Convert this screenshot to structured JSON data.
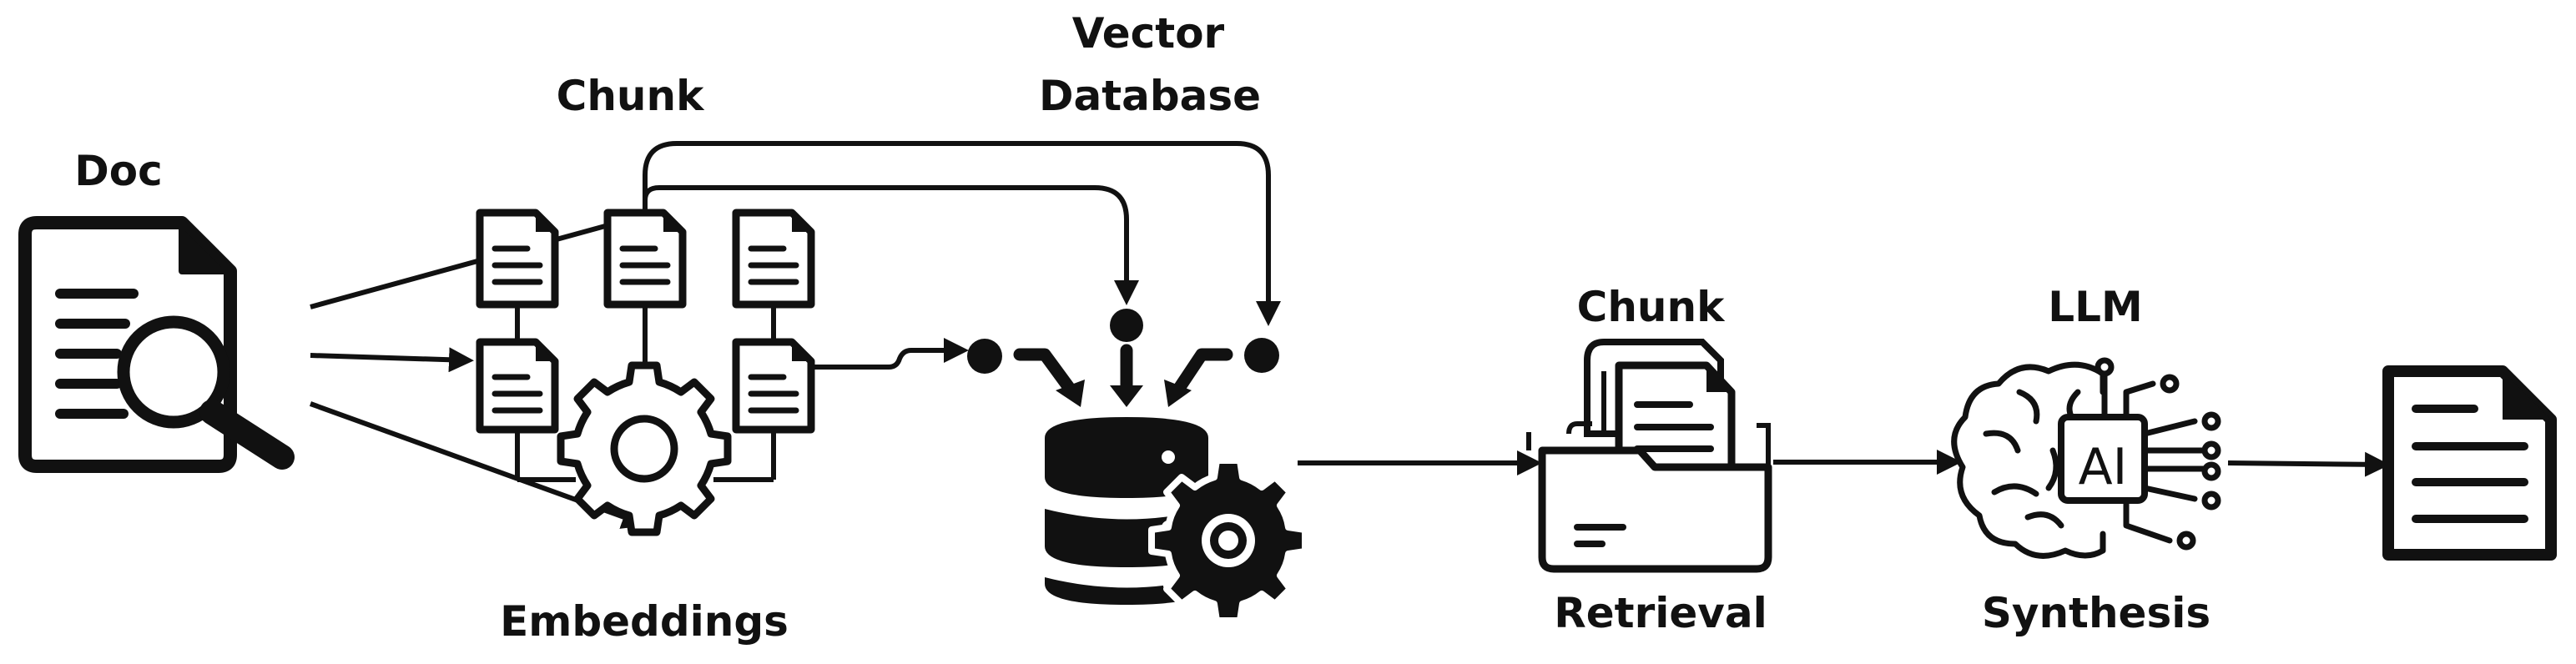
{
  "labels": {
    "doc": "Doc",
    "chunk_top": "Chunk",
    "vector_line1": "Vector",
    "vector_line2": "Database",
    "embeddings": "Embeddings",
    "chunk_retrieval": "Chunk",
    "retrieval": "Retrieval",
    "llm": "LLM",
    "synthesis": "Synthesis",
    "ai_badge": "AI"
  },
  "colors": {
    "ink": "#111111",
    "background": "#ffffff"
  },
  "icons": {
    "source": "document-search-icon",
    "chunks": "small-document-icon",
    "embedding": "gear-icon",
    "database": "database-gear-icon",
    "retrieval": "folder-documents-icon",
    "llm": "brain-ai-icon",
    "output": "document-icon"
  }
}
